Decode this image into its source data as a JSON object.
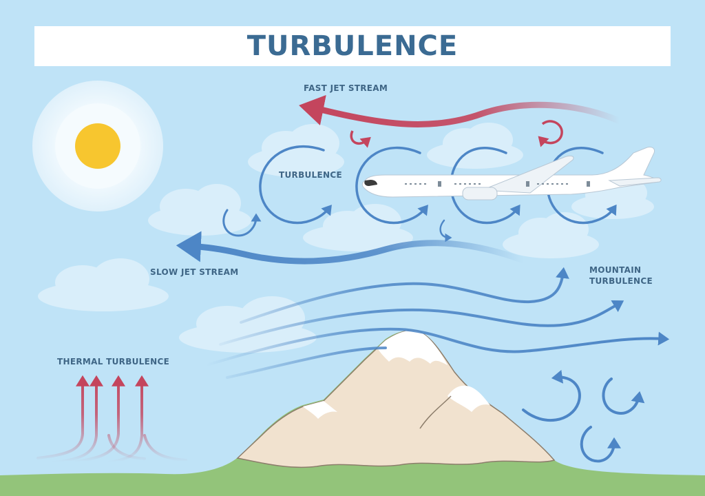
{
  "title": "TURBULENCE",
  "labels": {
    "fast_jet_stream": "FAST JET STREAM",
    "turbulence": "TURBULENCE",
    "slow_jet_stream": "SLOW JET STREAM",
    "mountain_turbulence_line1": "MOUNTAIN",
    "mountain_turbulence_line2": "TURBULENCE",
    "thermal_turbulence": "THERMAL TURBULENCE"
  },
  "colors": {
    "sky": "#bfe3f7",
    "title_text": "#3b6b93",
    "blue_arrow": "#4d86c6",
    "red_arrow": "#c4455d",
    "sun": "#f7c62f",
    "mountain": "#f1e2cf",
    "snow": "#ffffff",
    "grass": "#93c47a",
    "cloud": "#d9eefa"
  },
  "icons": [
    "sun-icon",
    "airplane-icon",
    "mountain-icon"
  ]
}
